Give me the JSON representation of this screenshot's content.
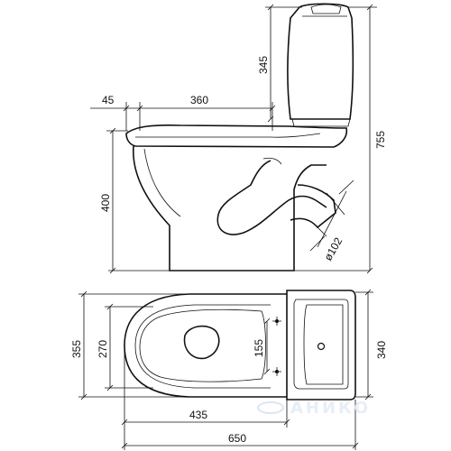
{
  "figure": {
    "side_view": {
      "dimensions": {
        "left_offset": "45",
        "seat_width": "360",
        "tank_height": "345",
        "bowl_height": "400",
        "total_height": "755",
        "outlet_diameter": "ø102"
      }
    },
    "top_view": {
      "dimensions": {
        "overall_width": "355",
        "seat_width": "270",
        "bolt_spacing": "155",
        "tank_width": "340",
        "bowl_length": "435",
        "total_length": "650"
      }
    },
    "watermark": "АНИКО"
  }
}
